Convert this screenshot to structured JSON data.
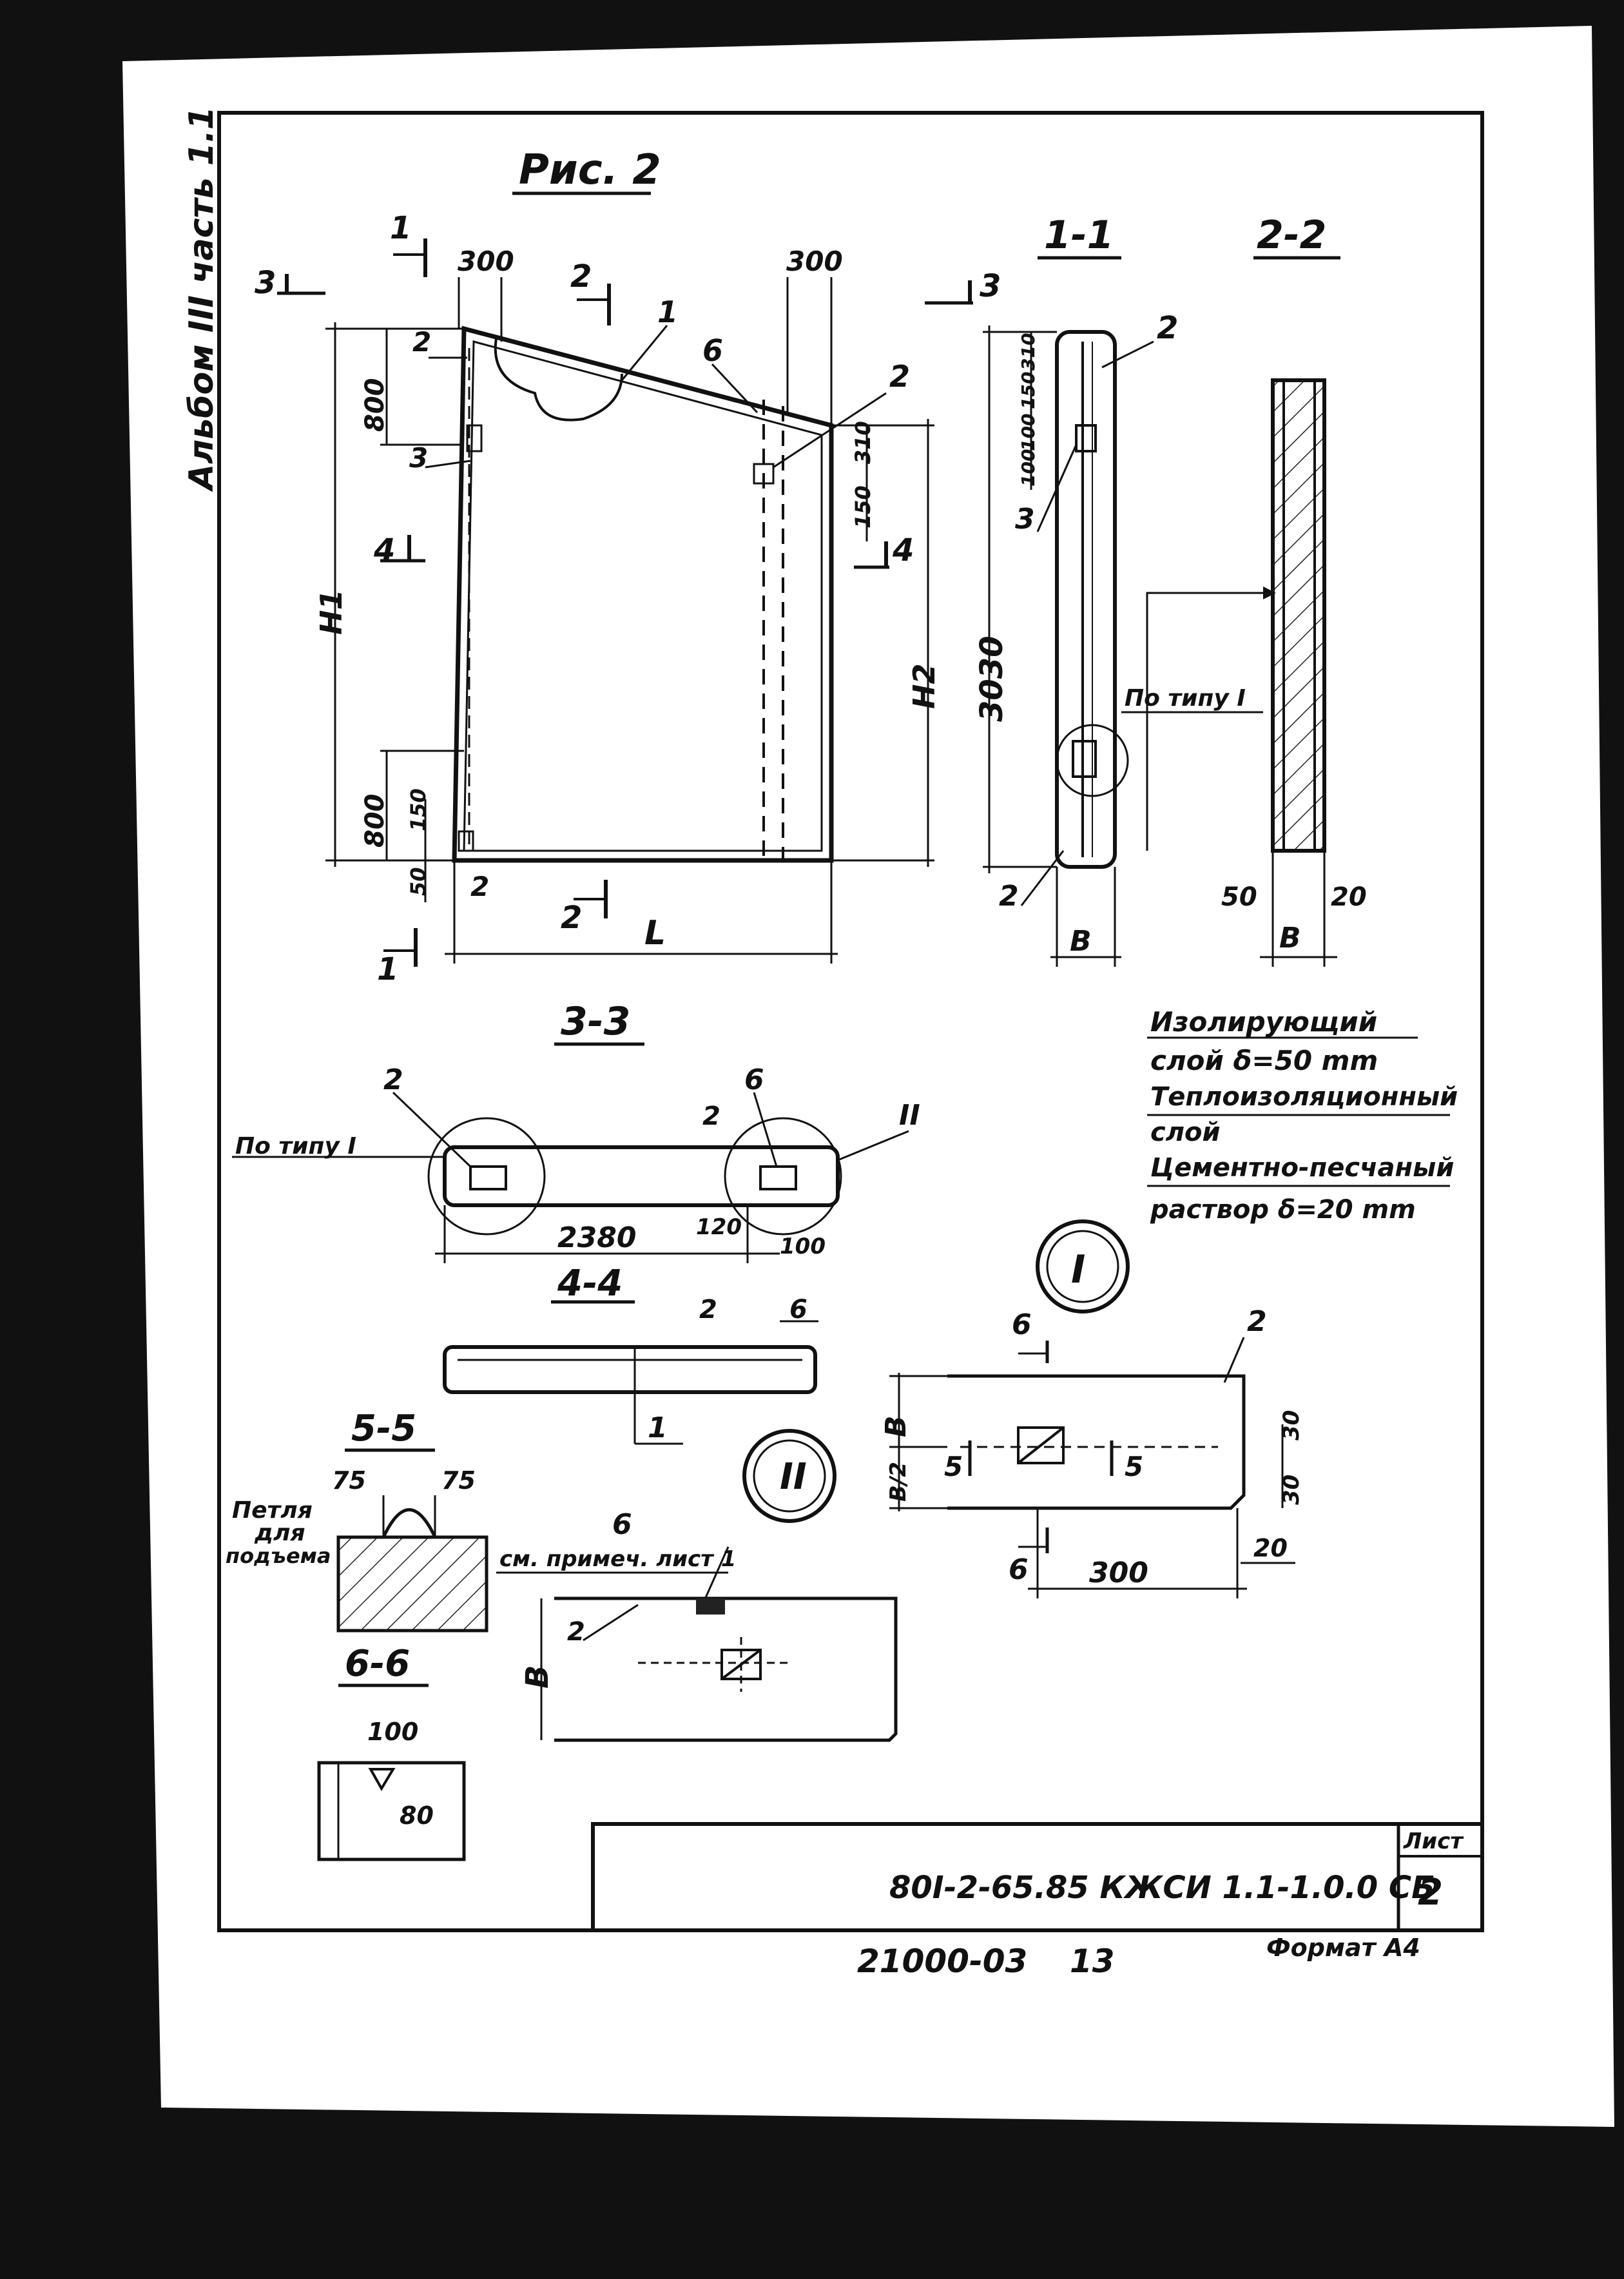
{
  "album_label": "Альбом III часть 1.1",
  "figure_title": "Рис. 2",
  "sections": {
    "s11": "1-1",
    "s22": "2-2",
    "s33": "3-3",
    "s44": "4-4",
    "s55": "5-5",
    "s66": "6-6"
  },
  "marks": {
    "m1": "1",
    "m2": "2",
    "m3": "3",
    "m4": "4",
    "m6": "6"
  },
  "dims": {
    "d300": "300",
    "d800": "800",
    "d150": "150",
    "d50": "50",
    "d310": "310",
    "d100": "100",
    "d3030": "3030",
    "d2380": "2380",
    "d120": "120",
    "d20": "20",
    "d30": "30",
    "d75": "75",
    "d80": "80",
    "H1": "H1",
    "H2": "H2",
    "L": "L",
    "B": "B",
    "B2": "B/2"
  },
  "callout_type1": "По типу I",
  "roman": {
    "r1": "I",
    "r2": "II"
  },
  "layers": [
    "Изолирующий",
    "слой δ=50 mm",
    "Теплоизоляционный",
    "слой",
    "Цементно-песчаный",
    "раствор δ=20 mm"
  ],
  "loop_label": [
    "Петля",
    "для",
    "подъема"
  ],
  "note_ref": "см. примеч. лист 1",
  "title_block": {
    "code": "80I-2-65.85 КЖСИ 1.1-1.0.0 СБ",
    "sheet_label": "Лист",
    "sheet_no": "2"
  },
  "footer": {
    "archive_no": "21000-03",
    "page_no": "13",
    "format": "Формат А4"
  }
}
